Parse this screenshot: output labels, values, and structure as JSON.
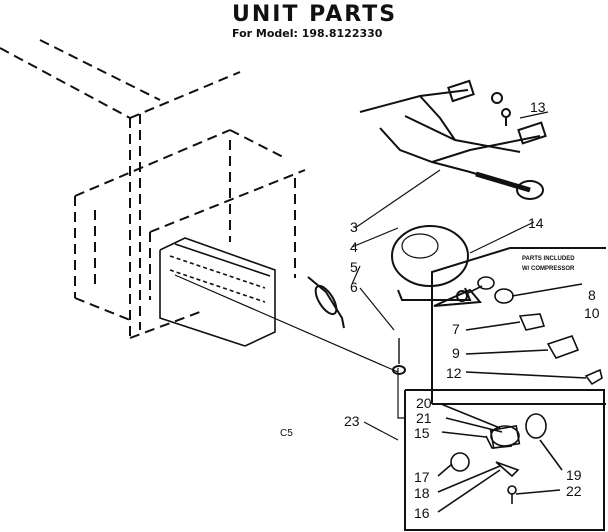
{
  "header": {
    "title": "UNIT PARTS",
    "subtitle": "For Model: 198.8122330"
  },
  "note": {
    "line1": "PARTS INCLUDED",
    "line2": "W/ COMPRESSOR"
  },
  "page_code": "C5",
  "callouts": {
    "c3": "3",
    "c4": "4",
    "c5": "5",
    "c6": "6",
    "c7": "7",
    "c8": "8",
    "c9": "9",
    "c10": "10",
    "c12": "12",
    "c13": "13",
    "c14": "14",
    "c15": "15",
    "c16": "16",
    "c17": "17",
    "c18": "18",
    "c19": "19",
    "c20": "20",
    "c21": "21",
    "c22": "22",
    "c23": "23"
  }
}
